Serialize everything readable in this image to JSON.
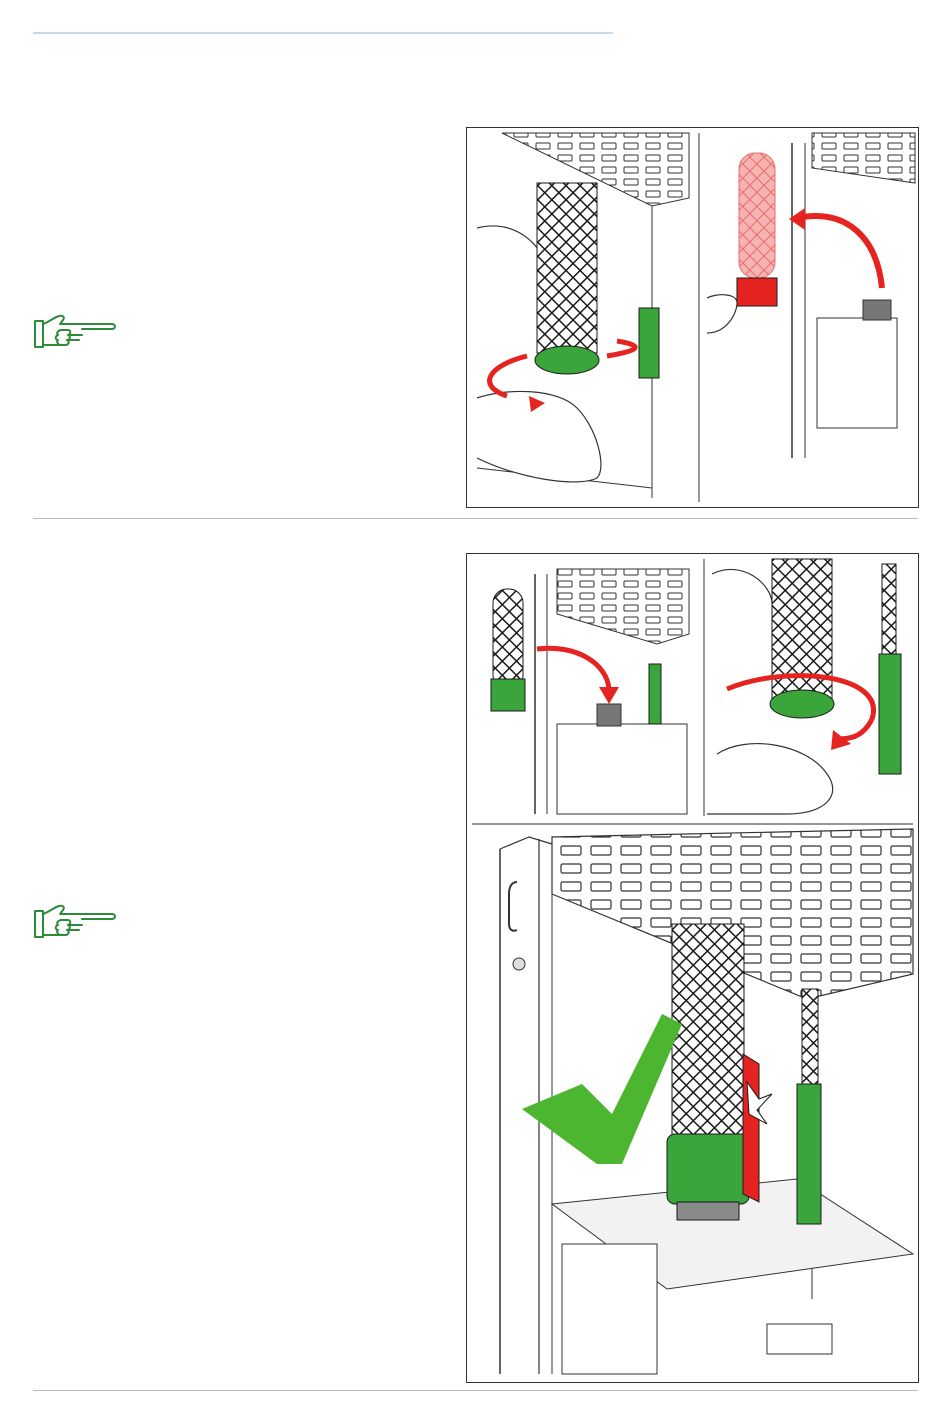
{
  "page": {
    "rules": [
      "top",
      "middle",
      "bottom"
    ]
  },
  "section_1": {
    "note_icon": "pointing-hand-icon",
    "figure": {
      "panels": [
        "remove-filter-twist",
        "lift-out-red-filter"
      ],
      "arrow_color": "#e52421",
      "filter_color_old": "#e52421"
    }
  },
  "section_2": {
    "note_icon": "pointing-hand-icon",
    "figure": {
      "panels": [
        "insert-green-filter",
        "twist-filter-in",
        "filter-correctly-seated"
      ],
      "arrow_color": "#e52421",
      "filter_color_new": "#3aa53a",
      "check_color": "#4cb630"
    }
  },
  "colors": {
    "accent_green": "#2e8b3a",
    "rule_blue": "#c7d8e8",
    "rule_gray": "#bdbdbd"
  }
}
